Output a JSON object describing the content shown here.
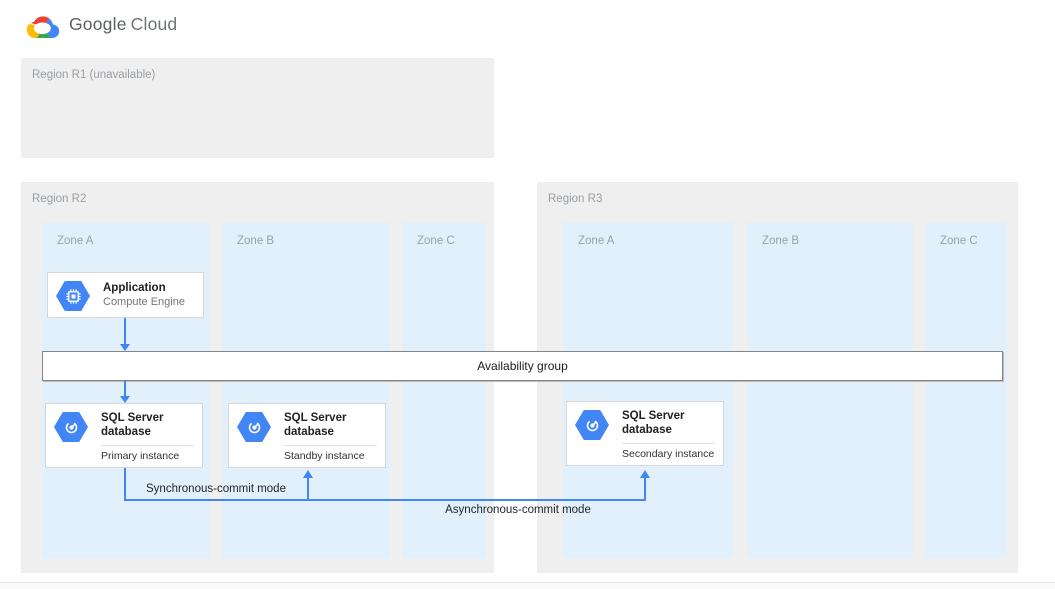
{
  "header": {
    "logo": {
      "google": "Google",
      "cloud": "Cloud",
      "icon": "google-cloud-logo-icon"
    }
  },
  "regions": [
    {
      "id": "r1",
      "label": "Region R1 (unavailable)",
      "zones": []
    },
    {
      "id": "r2",
      "label": "Region R2",
      "zones": [
        {
          "label": "Zone A"
        },
        {
          "label": "Zone B"
        },
        {
          "label": "Zone C"
        }
      ]
    },
    {
      "id": "r3",
      "label": "Region R3",
      "zones": [
        {
          "label": "Zone A"
        },
        {
          "label": "Zone B"
        },
        {
          "label": "Zone C"
        }
      ]
    }
  ],
  "nodes": {
    "application": {
      "title": "Application",
      "subtitle": "Compute Engine",
      "icon": "compute-engine-icon",
      "region": "Region R2",
      "zone": "Zone A"
    },
    "availability_group": {
      "label": "Availability group"
    },
    "sql_primary": {
      "title": "SQL Server database",
      "instance": "Primary instance",
      "icon": "sql-server-icon",
      "region": "Region R2",
      "zone": "Zone A"
    },
    "sql_standby": {
      "title": "SQL Server database",
      "instance": "Standby instance",
      "icon": "sql-server-icon",
      "region": "Region R2",
      "zone": "Zone B"
    },
    "sql_secondary": {
      "title": "SQL Server database",
      "instance": "Secondary instance",
      "icon": "sql-server-icon",
      "region": "Region R3",
      "zone": "Zone A"
    }
  },
  "edges": {
    "app_to_group": {
      "from": "application",
      "to": "availability_group"
    },
    "group_to_primary": {
      "from": "availability_group",
      "to": "sql_primary"
    },
    "sync": {
      "label": "Synchronous-commit mode",
      "from": "sql_primary",
      "to": "sql_standby"
    },
    "async": {
      "label": "Asynchronous-commit mode",
      "from": "sql_primary",
      "to": "sql_secondary"
    }
  },
  "colors": {
    "arrow_blue": "#4285F4",
    "hexagon_blue": "#4285F4",
    "logo_red": "#EA4335",
    "logo_yellow": "#FBBC04",
    "logo_green": "#34A853",
    "logo_blue": "#4285F4",
    "region_bg": "#EFEFEF",
    "zone_bg": "#E1F0FB"
  }
}
